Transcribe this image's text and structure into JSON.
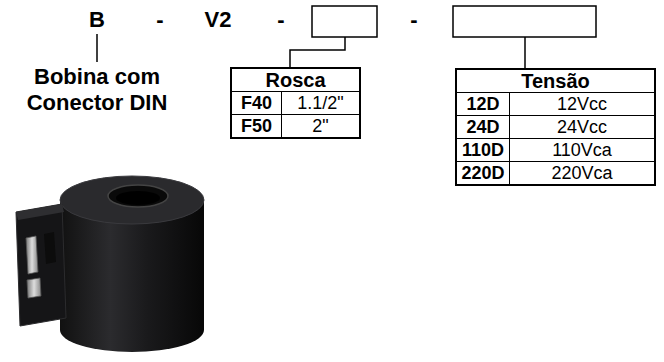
{
  "diagram": {
    "nodes": [
      {
        "text": [
          "Rosca",
          "F40",
          "1.1/2\"",
          "F50",
          "2\""
        ]
      },
      {
        "text": [
          "Tensão",
          "12D",
          "12Vcc",
          "24D",
          "24Vcc",
          "110D",
          "110Vca",
          "220D",
          "220Vca"
        ]
      }
    ],
    "edges": [],
    "labels": [
      "B",
      "-",
      "V2",
      "-",
      "-",
      "Bobina com Conector DIN"
    ]
  }
}
